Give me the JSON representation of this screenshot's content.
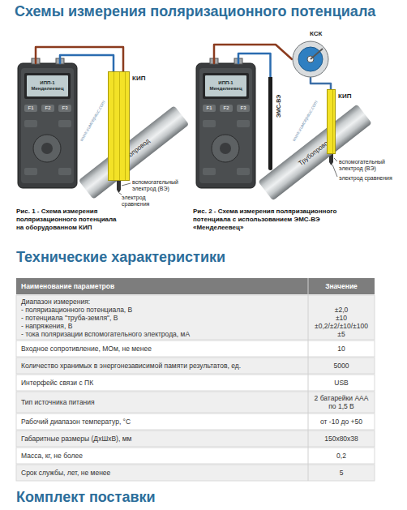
{
  "diagram": {
    "title": "Схемы измерения поляризационного потенциала",
    "nodes": [
      {
        "text": [
          "ИПП-1 Менделеевец"
        ]
      },
      {
        "text": [
          "КИП"
        ]
      },
      {
        "text": [
          "Трубопровод"
        ]
      },
      {
        "text": [
          "ИПП-1 Менделеевец"
        ]
      },
      {
        "text": [
          "КСК"
        ]
      },
      {
        "text": [
          "ЭМС-ВЭ"
        ]
      },
      {
        "text": [
          "КИП"
        ]
      },
      {
        "text": [
          "Трубопровод"
        ]
      }
    ],
    "edges": [
      {
        "from": 0,
        "to": 1,
        "arrow": "none"
      },
      {
        "from": 0,
        "to": 1,
        "arrow": "none"
      },
      {
        "from": 3,
        "to": 4,
        "arrow": "none"
      },
      {
        "from": 4,
        "to": 6,
        "arrow": "none"
      },
      {
        "from": 3,
        "to": 5,
        "arrow": "none"
      }
    ],
    "labels": [
      "вспомогательный электрод (ВЭ)",
      "электрод сравнения",
      "Рис. 1 - Схема измерения поляризационного потенциала на оборудованном КИП",
      "вспомогательный электрод (ВЭ)",
      "электрод сравнения",
      "Рис. 2 - Схема измерения поляризационного потенциала с использованием ЭМС-ВЭ «Менделеевец»",
      "www.химсервис.com",
      "www.химсервис.com",
      "F1",
      "F2",
      "F3",
      "F1",
      "F2",
      "F3",
      "Технические характеристики",
      "Наименование параметров",
      "Значение",
      "Диапазон измерения:",
      "- поляризационного потенциала, В",
      "- потенциала \"труба-земля\", В",
      "- напряжения, В",
      "- тока поляризации вспомогательного электрода, мА",
      "±2,0",
      "±10",
      "±0,2/±2/±10/±100",
      "±5",
      "Входное сопротивление, МОм, не менее",
      "10",
      "Количество хранимых в энергонезависимой памяти результатов, ед.",
      "5000",
      "Интерфейс связи с ПК",
      "USB",
      "Тип источника питания",
      "2 батарейки ААА по 1,5 В",
      "Рабочий диапазон температур, °С",
      "от -10 до +50",
      "Габаритные размеры (ДхШхВ), мм",
      "150х80х38",
      "Масса, кг, не более",
      "0,2",
      "Срок службы, лет, не менее",
      "5",
      "Комплект поставки"
    ]
  }
}
